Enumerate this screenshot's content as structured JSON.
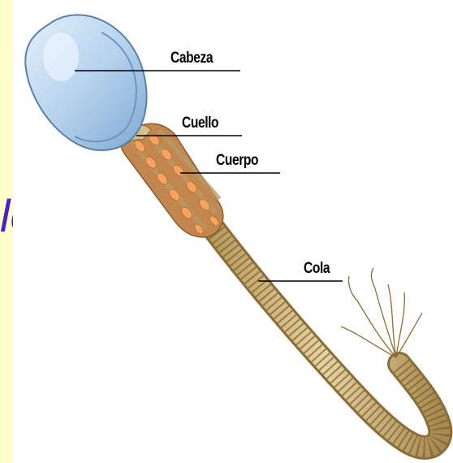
{
  "slide": {
    "background_color": "#ffffcc",
    "partial_title_text": "logy",
    "title_color": "#4a1fcc"
  },
  "diagram": {
    "labels": {
      "head": "Cabeza",
      "neck": "Cuello",
      "body": "Cuerpo",
      "tail": "Cola"
    },
    "colors": {
      "head_fill": "#b7d3ee",
      "midpiece_fill": "#e99a5e",
      "tail_fill": "#d8c08a",
      "leader_line": "#000000"
    }
  }
}
